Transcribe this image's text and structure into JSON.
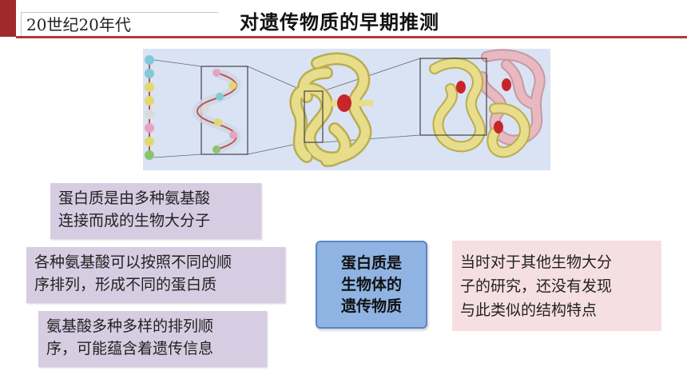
{
  "header": {
    "era_label": "20世纪20年代",
    "title": "对遗传物质的早期推测"
  },
  "notes": [
    {
      "lines": [
        "蛋白质是由多种氨基酸",
        "连接而成的生物大分子"
      ]
    },
    {
      "lines": [
        "各种氨基酸可以按照不同的顺",
        "序排列，形成不同的蛋白质"
      ]
    },
    {
      "lines": [
        "氨基酸多种多样的排列顺",
        "序，可能蕴含着遗传信息"
      ]
    }
  ],
  "conclusion": {
    "lines": [
      "蛋白质是",
      "生物体的",
      "遗传物质"
    ]
  },
  "side_note": {
    "lines": [
      "当时对于其他生物大分",
      "子的研究，还没有发现",
      "与此类似的结构特点"
    ]
  },
  "colors": {
    "accent": "#9e2a2b",
    "note_bg": "#d6cde3",
    "conclusion_bg": "#8fb4e3",
    "side_bg": "#f6dfe2",
    "protein_tube": "#e8dd8a",
    "protein_tube_pink": "#e8b9c1"
  }
}
